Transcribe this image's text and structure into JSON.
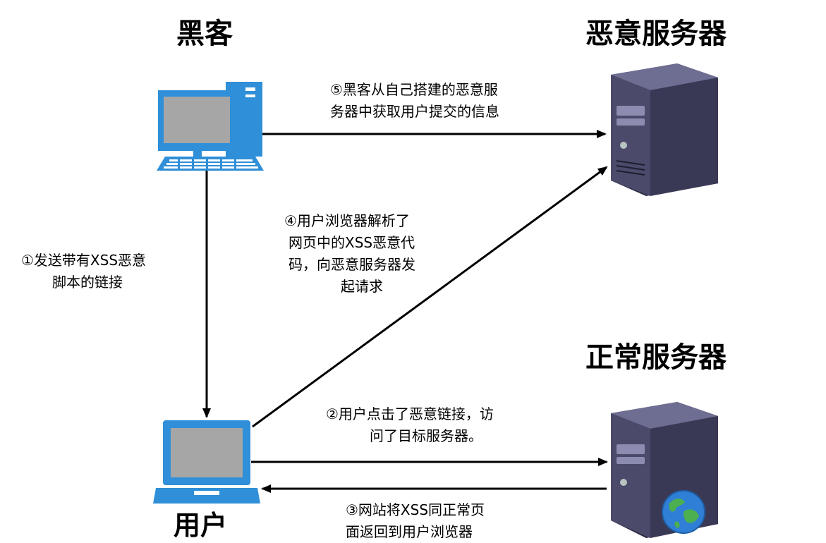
{
  "titles": {
    "hacker": "黑客",
    "malicious_server": "恶意服务器",
    "normal_server": "正常服务器",
    "user": "用户"
  },
  "steps": {
    "step1": [
      "①发送带有XSS恶意",
      "脚本的链接"
    ],
    "step2": [
      "②用户点击了恶意链接，访",
      "问了目标服务器。"
    ],
    "step3": [
      "③网站将XSS同正常页",
      "面返回到用户浏览器"
    ],
    "step4": [
      "④用户浏览器解析了",
      "网页中的XSS恶意代",
      "码，向恶意服务器发",
      "起请求"
    ],
    "step5": [
      "⑤黑客从自己搭建的恶意服",
      "务器中获取用户提交的信息"
    ]
  },
  "icons": {
    "hacker_computer": "desktop-computer-icon",
    "user_laptop": "laptop-icon",
    "malicious_server": "tower-server-icon",
    "normal_server": "tower-server-icon",
    "globe": "globe-icon"
  },
  "colors": {
    "computer_blue": "#2f8fd8",
    "screen_gray": "#a6a6a6",
    "server_body": "#4b4a6a",
    "server_side": "#2e2d45",
    "arrow": "#000000"
  }
}
